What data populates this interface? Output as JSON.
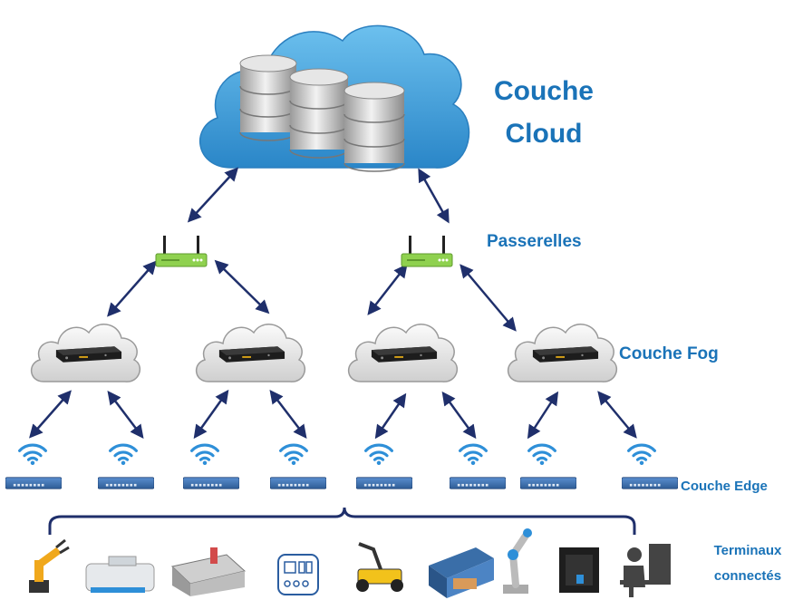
{
  "layers": {
    "cloud": {
      "line1": "Couche",
      "line2": "Cloud"
    },
    "gateways": "Passerelles",
    "fog": "Couche Fog",
    "edge": "Couche Edge",
    "terminals": {
      "line1": "Terminaux",
      "line2": "connectés"
    }
  },
  "colors": {
    "label": "#1a73b8",
    "arrow": "#1f2f6b",
    "cloud_main": "#4aa3dc",
    "switch": "#3a6ea8",
    "wifi": "#2e8fd8",
    "router": "#8fd14f"
  },
  "devices": {
    "gateways": 2,
    "fog_nodes": 4,
    "edge_switches": 8,
    "terminal_icons": [
      "robot-arm-icon",
      "agv-robot-icon",
      "cnc-machine-icon",
      "control-panel-icon",
      "mobile-robot-icon",
      "laser-cutter-icon",
      "cobot-arm-icon",
      "3d-printer-icon",
      "operator-workstation-icon"
    ]
  }
}
